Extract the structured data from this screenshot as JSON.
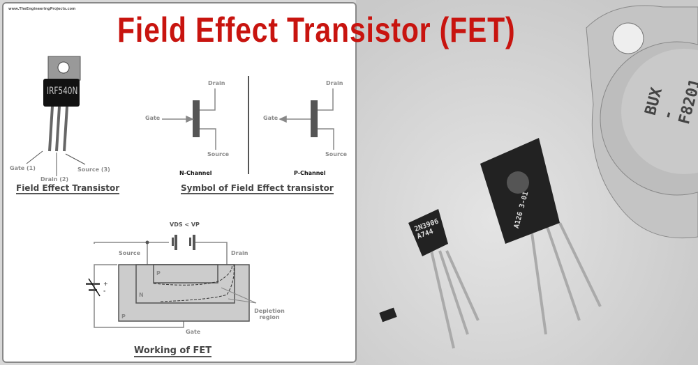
{
  "title": "Field Effect Transistor (FET)",
  "watermark": "www.TheEngineeringProjects.com",
  "package": {
    "part": "IRF540N",
    "pins": [
      "Gate (1)",
      "Drain (2)",
      "Source (3)"
    ],
    "caption": "Field Effect Transistor"
  },
  "symbols": {
    "n": {
      "drain": "Drain",
      "gate": "Gate",
      "source": "Source",
      "label": "N-Channel"
    },
    "p": {
      "drain": "Drain",
      "gate": "Gate",
      "source": "Source",
      "label": "P-Channel"
    },
    "caption": "Symbol of Field Effect transistor"
  },
  "working": {
    "vds": "VDS < VP",
    "source": "Source",
    "drain": "Drain",
    "p_top": "P",
    "n": "N",
    "p_bottom": "P",
    "gate": "Gate",
    "depletion": "Depletion region",
    "caption": "Working of FET",
    "plus": "+",
    "minus": "-"
  },
  "photo": {
    "small": [
      "2N3906",
      "A744"
    ],
    "medium": [
      "A126",
      "3-01"
    ],
    "large": [
      "BUX",
      "-F8201"
    ]
  }
}
